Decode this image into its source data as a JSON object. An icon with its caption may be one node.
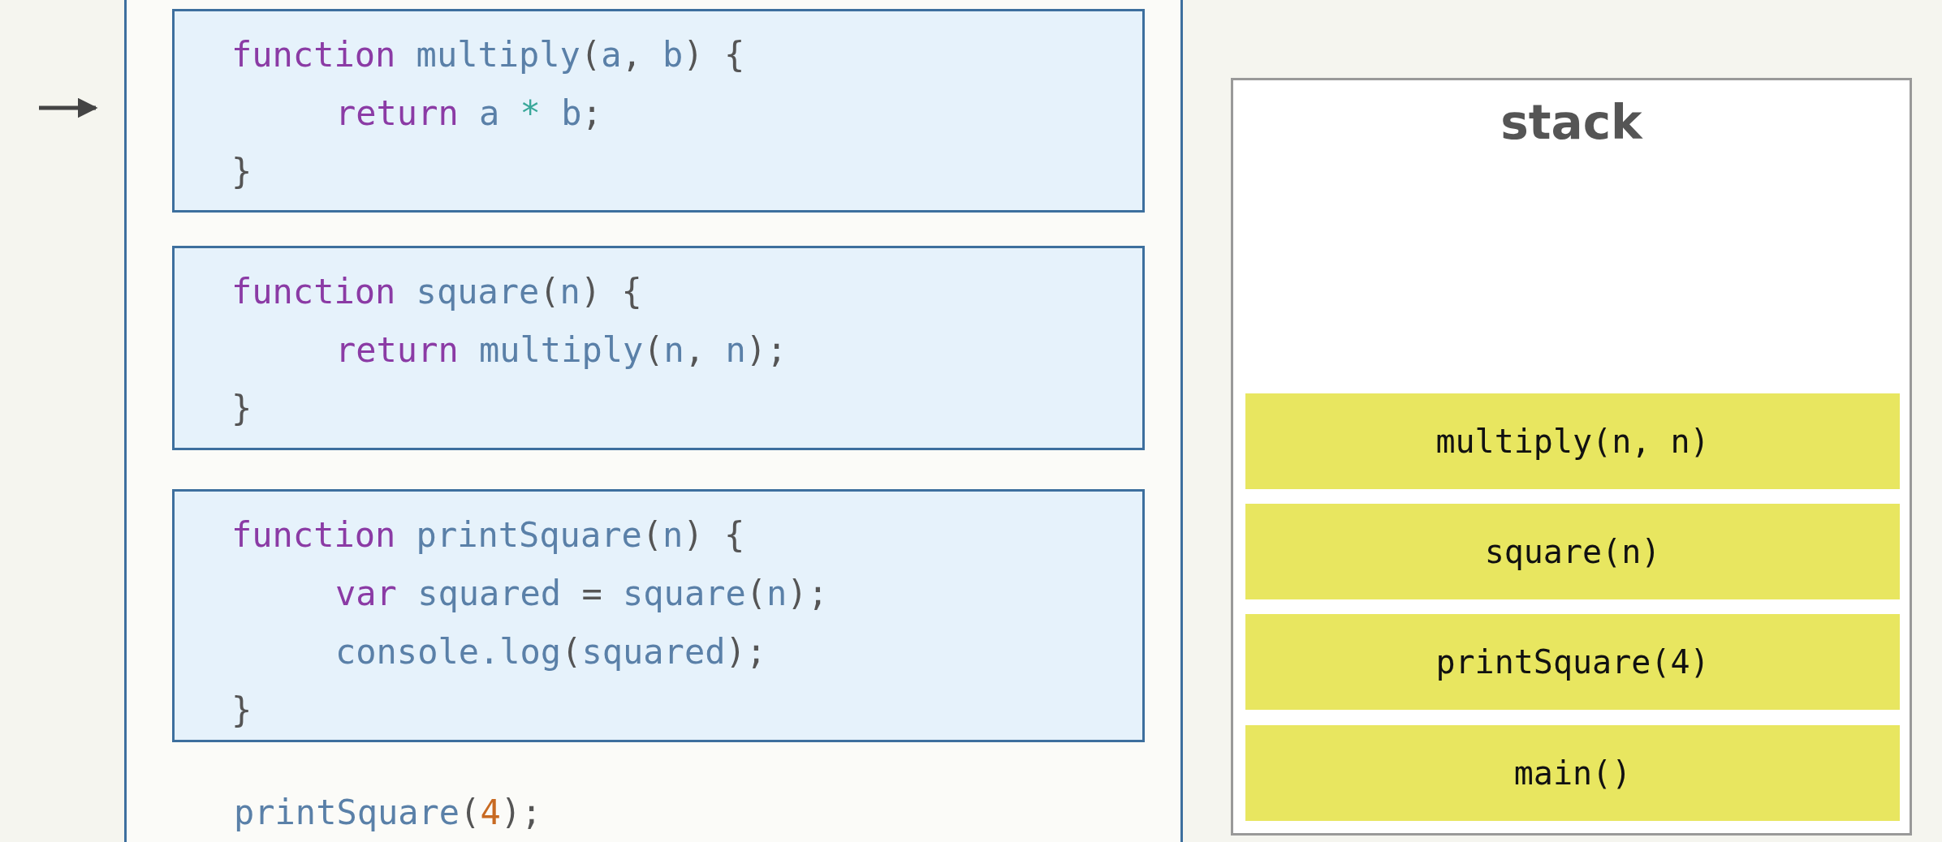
{
  "diagram": {
    "nodes": [
      {
        "text": [
          "printSquare(4);"
        ]
      },
      {
        "text": [
          "function multiply(a, b) {",
          "return a * b;",
          "}"
        ],
        "in": 0
      },
      {
        "text": [
          "function square(n) {",
          "return multiply(n, n);",
          "}"
        ],
        "in": 0
      },
      {
        "text": [
          "function printSquare(n) {",
          "var squared = square(n);",
          "console.log(squared);",
          "}"
        ],
        "in": 0
      },
      {
        "text": [
          "stack"
        ]
      },
      {
        "text": [
          "multiply(n, n)"
        ],
        "in": 4
      },
      {
        "text": [
          "square(n)"
        ],
        "in": 4
      },
      {
        "text": [
          "printSquare(4)"
        ],
        "in": 4
      },
      {
        "text": [
          "main()"
        ],
        "in": 4
      }
    ]
  }
}
